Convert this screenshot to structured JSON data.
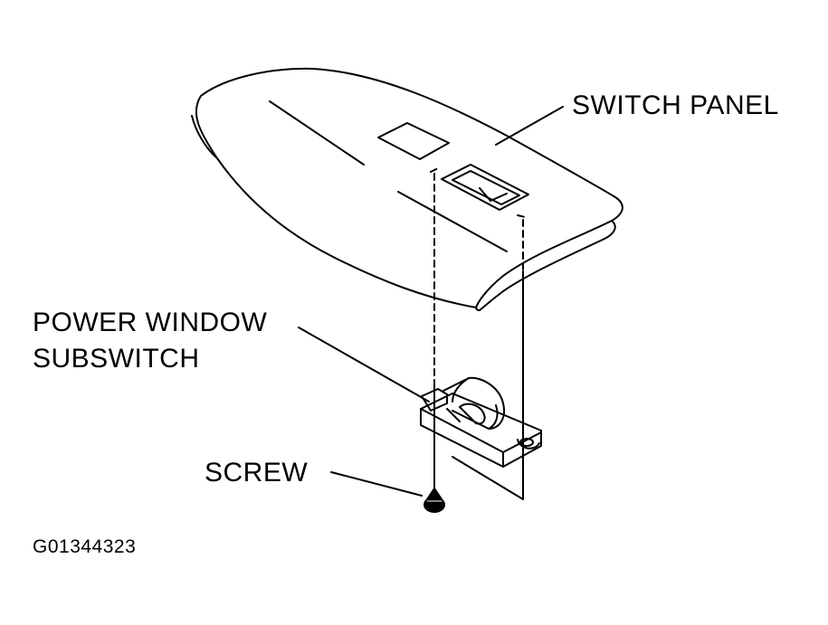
{
  "labels": {
    "switch_panel": "SWITCH PANEL",
    "power_window_line1": "POWER WINDOW",
    "power_window_line2": "SUBSWITCH",
    "screw": "SCREW"
  },
  "figure_code": "G01344323",
  "colors": {
    "ink": "#000000",
    "background": "#ffffff"
  }
}
